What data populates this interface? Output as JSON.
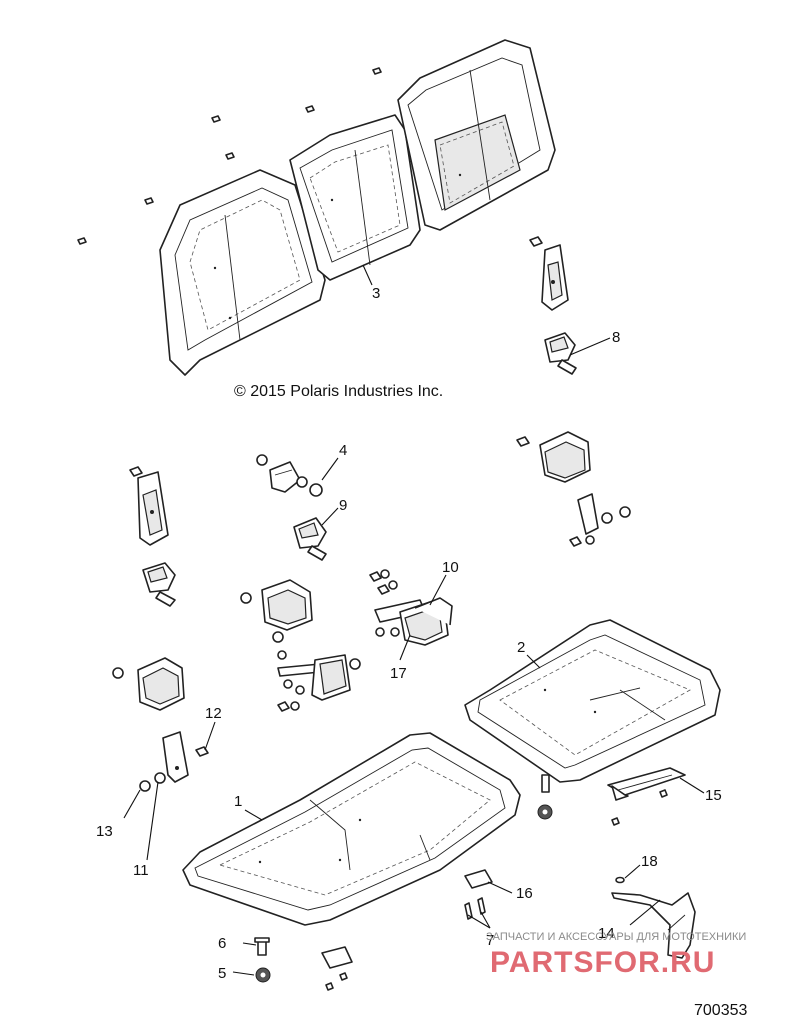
{
  "copyright": "© 2015 Polaris Industries Inc.",
  "document_number": "700353",
  "watermark": {
    "tagline": "ЗАПЧАСТИ И АКСЕССУАРЫ ДЛЯ МОТОТЕХНИКИ",
    "brand": "PARTSFOR.RU"
  },
  "callouts": {
    "c1": "1",
    "c2": "2",
    "c3": "3",
    "c4": "4",
    "c5": "5",
    "c6": "6",
    "c7": "7",
    "c8": "8",
    "c9": "9",
    "c10": "10",
    "c11": "11",
    "c12": "12",
    "c13": "13",
    "c14": "14",
    "c15": "15",
    "c16": "16",
    "c17": "17",
    "c18": "18"
  }
}
